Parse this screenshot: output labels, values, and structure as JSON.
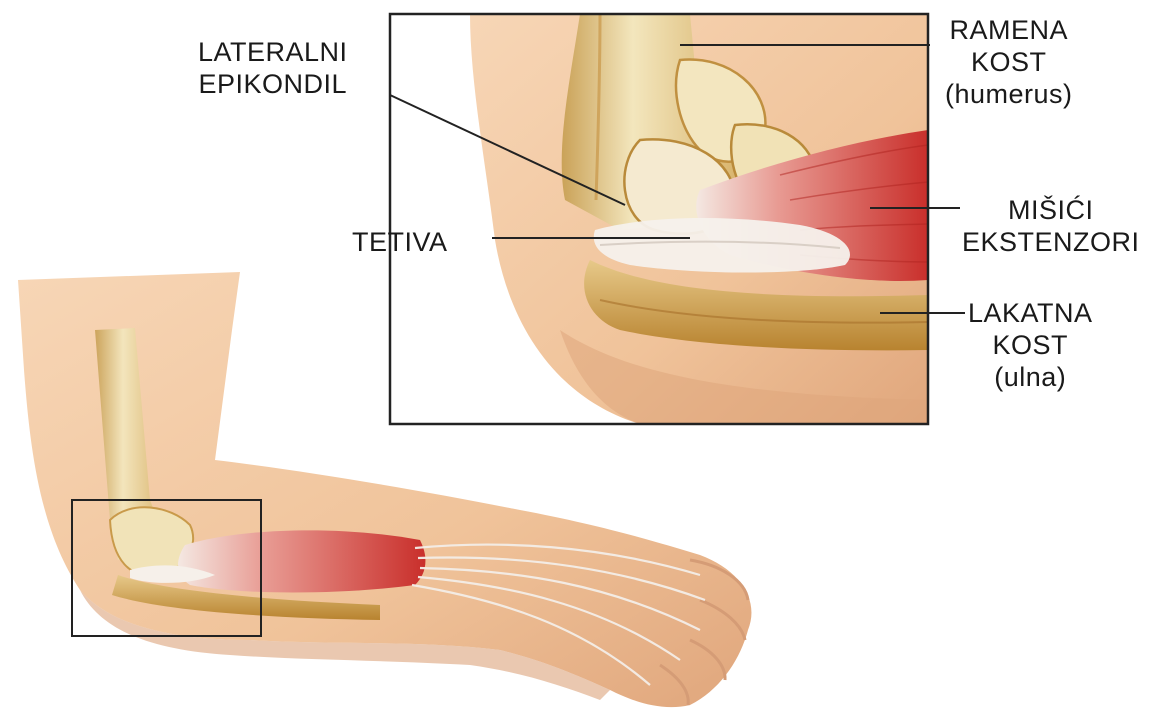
{
  "labels": {
    "lateral_epicondyle": [
      "LATERALNI",
      "EPIKONDIL"
    ],
    "humerus": [
      "RAMENA",
      "KOST",
      "(humerus)"
    ],
    "tendon": [
      "TETIVA"
    ],
    "extensor_muscles": [
      "MIŠIĆI",
      "EKSTENZORI"
    ],
    "ulna": [
      "LAKATNA",
      "KOST",
      "(ulna)"
    ]
  },
  "colors": {
    "skin": "#f2c9a3",
    "skin_shadow": "#dba57d",
    "bone": "#efe0b0",
    "bone_shadow": "#c99a4a",
    "muscle": "#d8453e",
    "tendon": "#f3ece4",
    "frame": "#222222"
  }
}
